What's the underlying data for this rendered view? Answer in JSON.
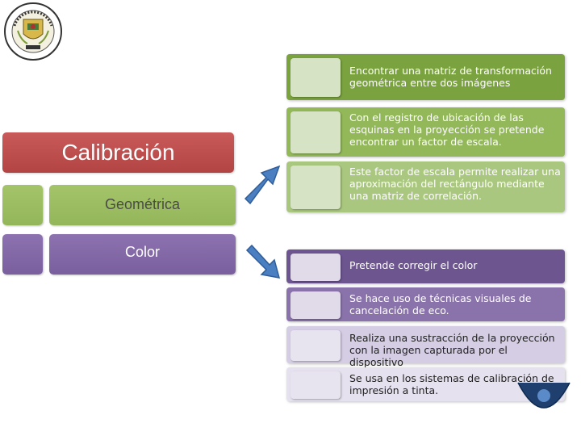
{
  "categories": {
    "title": "Calibración",
    "geometric": "Geométrica",
    "color": "Color"
  },
  "geometric_items": [
    "Encontrar una matriz de transformación geométrica entre dos imágenes",
    "Con el registro de ubicación de las esquinas en la proyección se pretende encontrar un factor de escala.",
    "Este factor de escala permite realizar una aproximación del rectángulo mediante una matriz de correlación."
  ],
  "color_items": [
    "Pretende corregir el color",
    "Se hace uso de técnicas visuales de cancelación de eco.",
    "Realiza una sustracción de la proyección con la imagen capturada por el dispositivo",
    "Se usa en los sistemas de calibración de impresión a tinta."
  ],
  "colors": {
    "title_red": "#b34444",
    "green": "#94b65a",
    "purple": "#7a5f9e",
    "arrow_blue": "#4a7fc1"
  },
  "icons": [
    "university-seal-icon",
    "arrow-to-geometric-icon",
    "arrow-to-color-icon",
    "corner-logo-icon"
  ]
}
